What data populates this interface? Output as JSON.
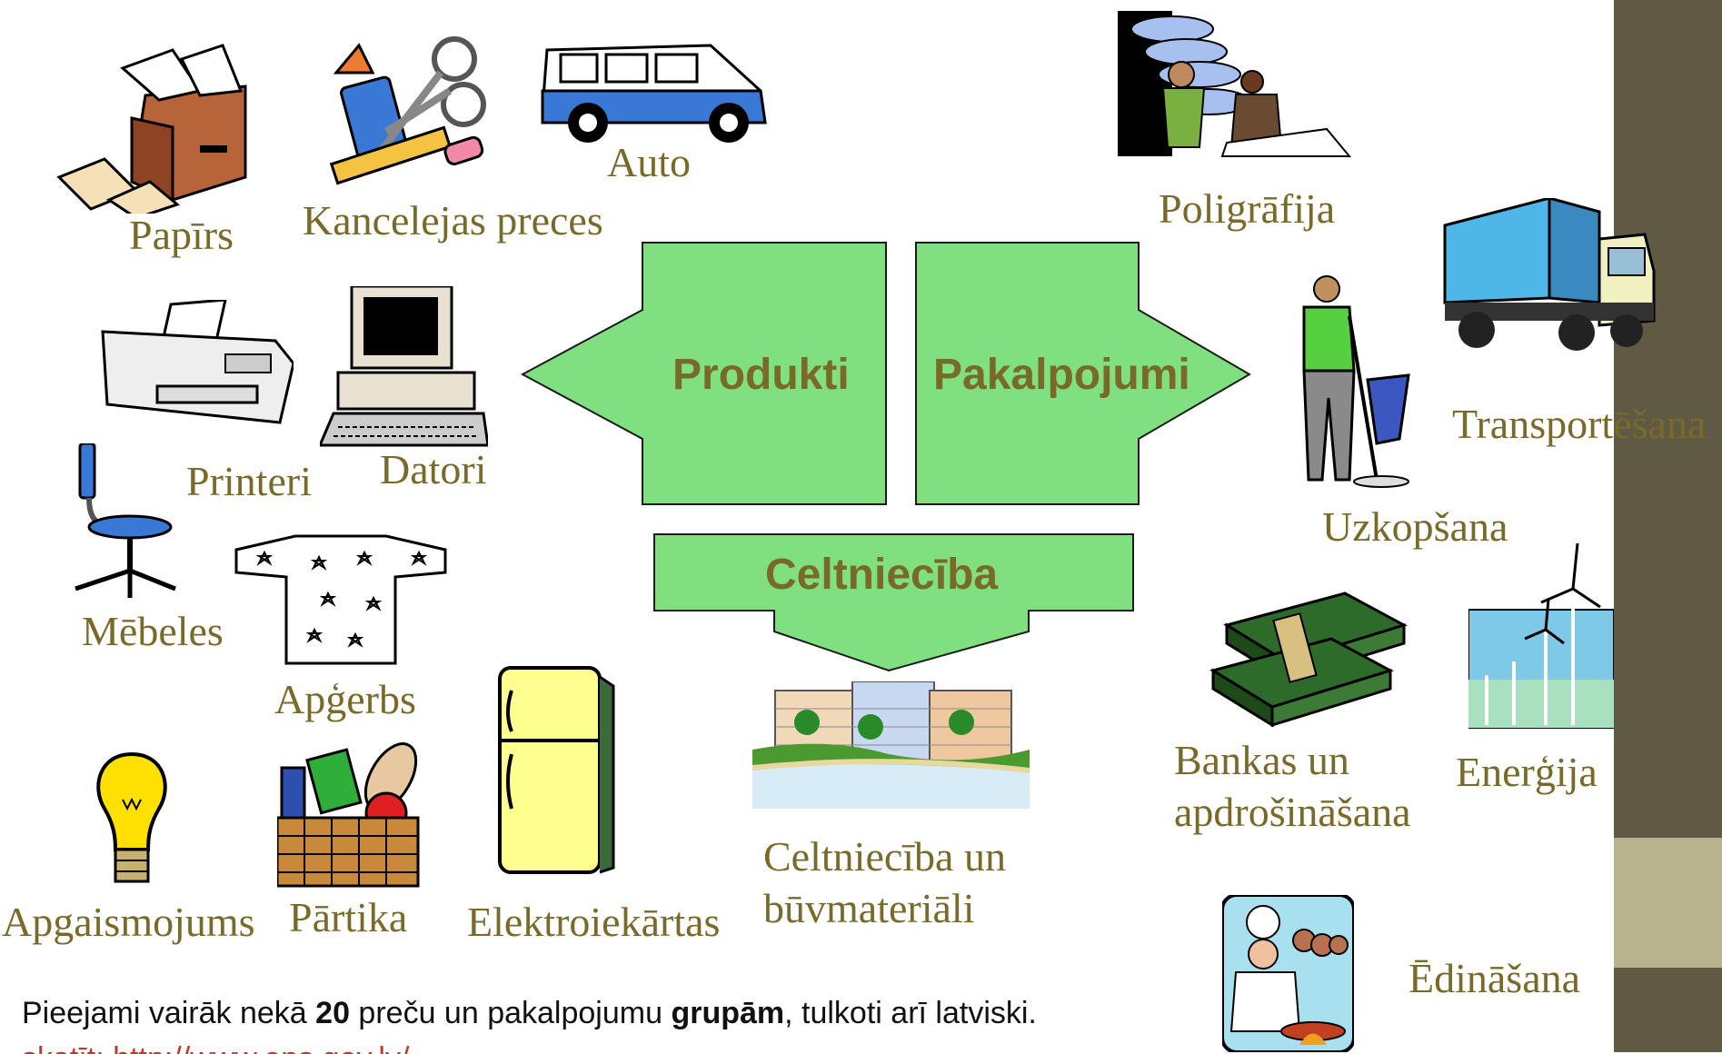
{
  "labels": {
    "papirs": "Papīrs",
    "kancelejas": "Kancelejas preces",
    "auto": "Auto",
    "printeri": "Printeri",
    "datori": "Datori",
    "mebeles": "Mēbeles",
    "apgerbs": "Apģerbs",
    "apgaismojums": "Apgaismojums",
    "partika": "Pārtika",
    "elektro": "Elektroiekārtas",
    "celtn_line1": "Celtniecība un",
    "celtn_line2": "būvmateriāli",
    "poligrafija": "Poligrāfija",
    "transport": "Transportēšana",
    "uzkopsana": "Uzkopšana",
    "bankas_line1": "Bankas un",
    "bankas_line2": "apdrošināšana",
    "energija": "Enerģija",
    "edinasana": "Ēdināšana"
  },
  "arrows": {
    "produkti": "Produkti",
    "pakalpojumi": "Pakalpojumi",
    "celtnieciba": "Celtniecība"
  },
  "footer": {
    "part1": "Pieejami vairāk nekā ",
    "bold1": "20",
    "part2": " preču un pakalpojumu ",
    "bold2": "grupām",
    "part3": ", tulkoti arī latviski.",
    "link_partial": "skatīt: http://www.eps.gov.lv/..."
  },
  "colors": {
    "arrow_fill": "#80e080",
    "label": "#7a6a2a",
    "sidebar": "#5e5a44",
    "sidebar_band": "#b6b48c"
  }
}
